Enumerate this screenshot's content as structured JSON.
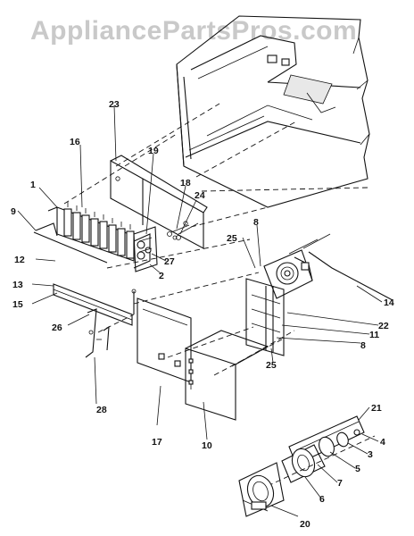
{
  "watermark": "AppliancePartsPros.com",
  "callouts": {
    "c1": "1",
    "c2": "2",
    "c3": "3",
    "c4": "4",
    "c5": "5",
    "c6": "6",
    "c7": "7",
    "c8a": "8",
    "c8b": "8",
    "c9": "9",
    "c10": "10",
    "c11": "11",
    "c12": "12",
    "c13": "13",
    "c14": "14",
    "c15": "15",
    "c16": "16",
    "c17": "17",
    "c18": "18",
    "c19": "19",
    "c20": "20",
    "c21": "21",
    "c22": "22",
    "c23": "23",
    "c24": "24",
    "c25a": "25",
    "c25b": "25",
    "c26": "26",
    "c27": "27",
    "c28": "28"
  }
}
